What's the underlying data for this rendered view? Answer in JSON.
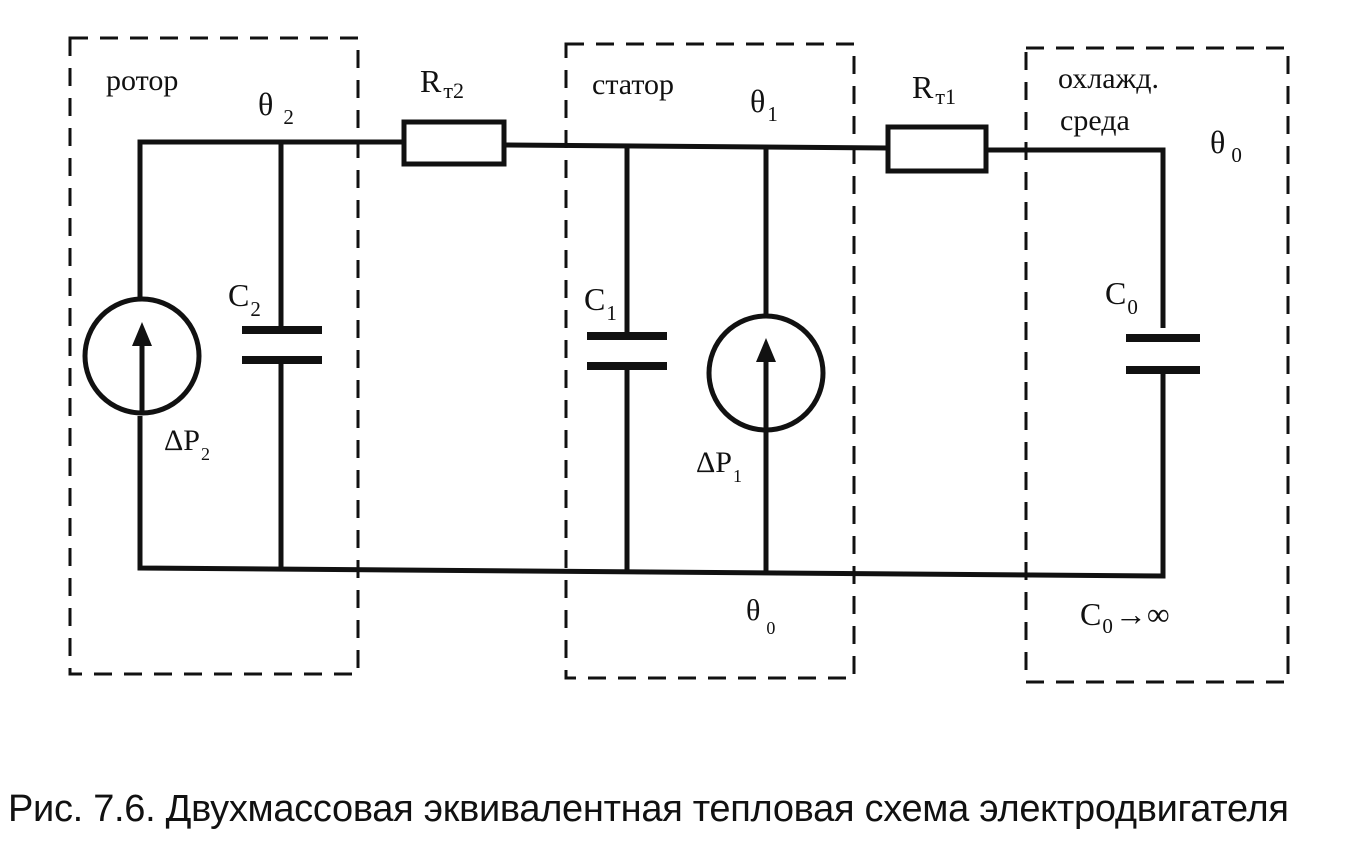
{
  "blocks": {
    "rotor": {
      "name": "ротор",
      "temp_main": "θ",
      "temp_sub": "2"
    },
    "stator": {
      "name": "статор",
      "temp_main": "θ",
      "temp_sub": "1"
    },
    "ambient": {
      "name_line1": "охлажд.",
      "name_line2": "среда",
      "temp_main": "θ",
      "temp_sub": "0"
    }
  },
  "components": {
    "resistor_rotor_stator": {
      "main": "R",
      "sub": "т2"
    },
    "resistor_stator_ambient": {
      "main": "R",
      "sub": "т1"
    },
    "cap_rotor": {
      "main": "C",
      "sub": "2"
    },
    "cap_stator": {
      "main": "C",
      "sub": "1"
    },
    "cap_ambient": {
      "main": "C",
      "sub": "0"
    },
    "source_rotor": {
      "main": "ΔP",
      "sub": "2"
    },
    "source_stator": {
      "main": "ΔP",
      "sub": "1"
    }
  },
  "bottom_labels": {
    "ground_temp": {
      "main": "θ",
      "sub": "0"
    },
    "ambient_cap_note": {
      "main": "C",
      "sub": "0",
      "suffix": "→∞"
    }
  },
  "caption": "Рис. 7.6. Двухмассовая эквивалентная тепловая схема электродвигателя"
}
